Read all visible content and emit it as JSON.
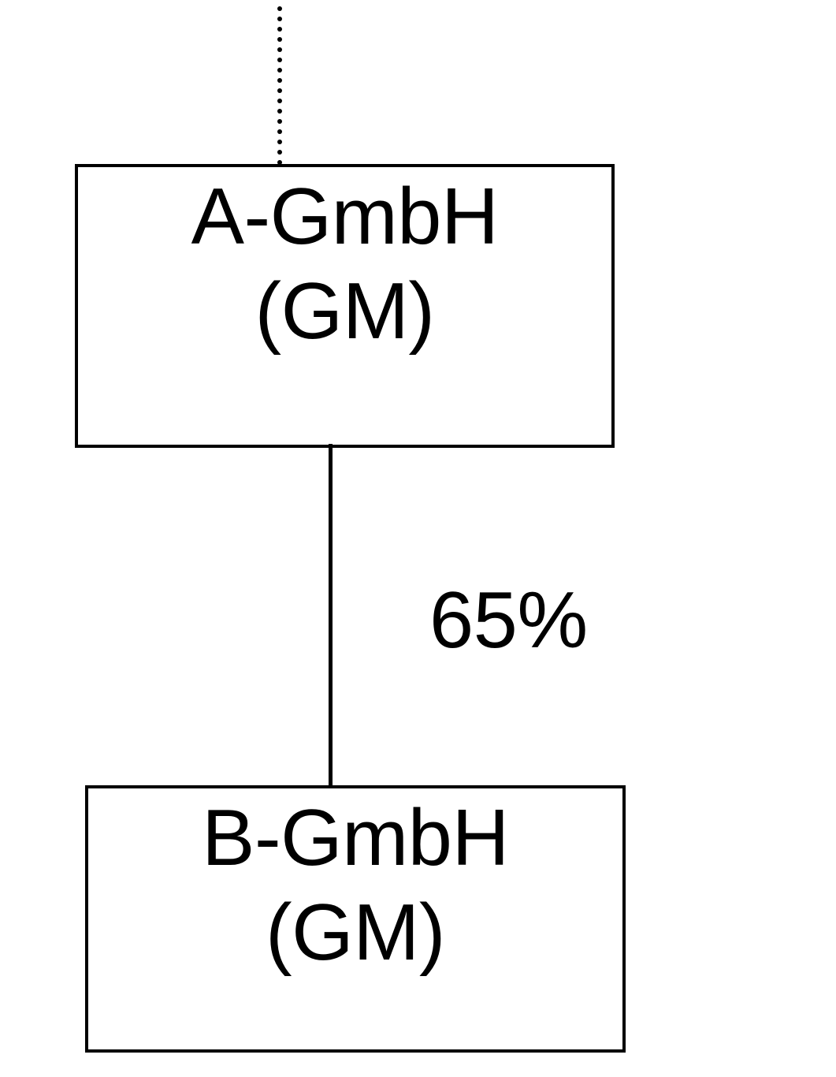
{
  "diagram": {
    "type": "org-ownership-tree",
    "background_color": "#ffffff",
    "stroke_color": "#000000",
    "nodes": [
      {
        "id": "a-gmbh",
        "line_1": "A-GmbH",
        "line_2": "(GM)"
      },
      {
        "id": "b-gmbh",
        "line_1": "B-GmbH",
        "line_2": "(GM)"
      }
    ],
    "edges": [
      {
        "id": "parent-to-a",
        "style": "dotted",
        "from": "(unnamed parent, off-diagram)",
        "to": "a-gmbh",
        "label": ""
      },
      {
        "id": "a-to-b",
        "style": "solid",
        "from": "a-gmbh",
        "to": "b-gmbh",
        "label": "65%"
      }
    ]
  }
}
